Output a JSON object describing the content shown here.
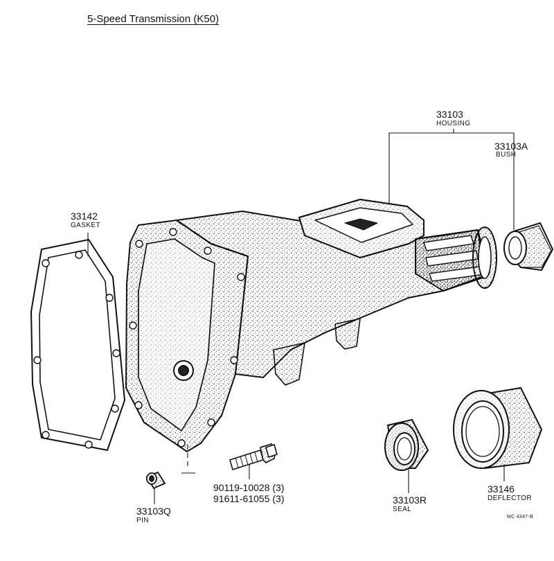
{
  "title": "5-Speed Transmission (K50)",
  "parts": {
    "housing": {
      "number": "33103",
      "name": "HOUSING"
    },
    "bush": {
      "number": "33103A",
      "name": "BUSH"
    },
    "gasket": {
      "number": "33142",
      "name": "GASKET"
    },
    "pin": {
      "number": "33103Q",
      "name": "PIN"
    },
    "bolts": {
      "line1": "90119-10028 (3)",
      "line2": "91611-61055 (3)"
    },
    "seal": {
      "number": "33103R",
      "name": "SEAL"
    },
    "deflector": {
      "number": "33146",
      "name": "DEFLECTOR"
    }
  },
  "reference": "MC 4347-B"
}
